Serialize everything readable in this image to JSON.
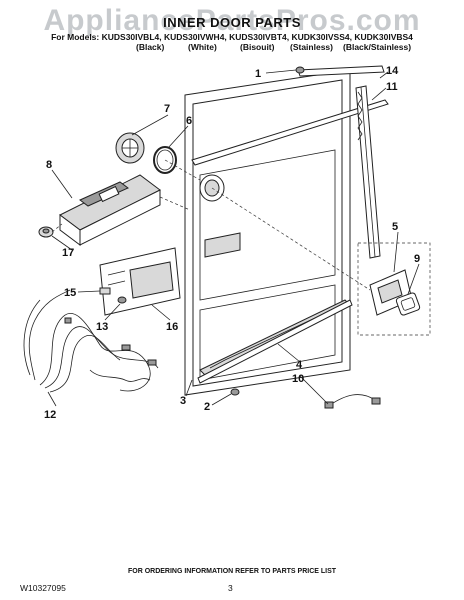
{
  "watermark": "AppliancePartsPros.com",
  "title": "INNER DOOR PARTS",
  "models_line": "For Models: KUDS30IVBL4, KUDS30IVWH4, KUDS30IVBT4, KUDK30IVSS4, KUDK30IVBS4",
  "variants": [
    "(Black)",
    "(White)",
    "(Bisouit)",
    "(Stainless)",
    "(Black/Stainless)"
  ],
  "callouts": [
    "1",
    "14",
    "11",
    "7",
    "6",
    "8",
    "5",
    "9",
    "17",
    "15",
    "13",
    "16",
    "4",
    "10",
    "3",
    "2",
    "12"
  ],
  "footer_note": "FOR ORDERING INFORMATION REFER TO PARTS PRICE LIST",
  "doc_number": "W10327095",
  "page_number": "3"
}
